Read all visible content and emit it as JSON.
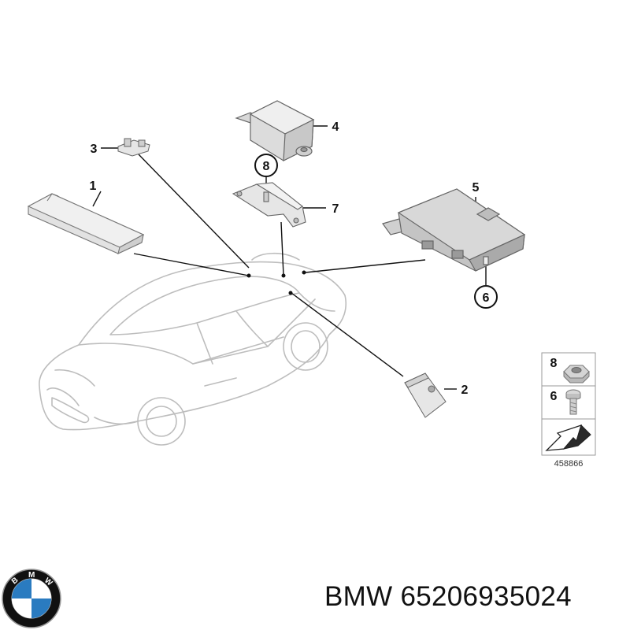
{
  "diagram": {
    "callouts": [
      "1",
      "2",
      "3",
      "4",
      "5",
      "6",
      "7",
      "8"
    ],
    "legend": {
      "items": [
        "8",
        "6"
      ],
      "reference_number": "458866"
    }
  },
  "logo": {
    "brand_letters": "BMW",
    "colors": {
      "blue": "#2a7bc0",
      "dark": "#111111",
      "white": "#ffffff"
    }
  },
  "caption": {
    "brand": "BMW",
    "part_number": "65206935024"
  }
}
